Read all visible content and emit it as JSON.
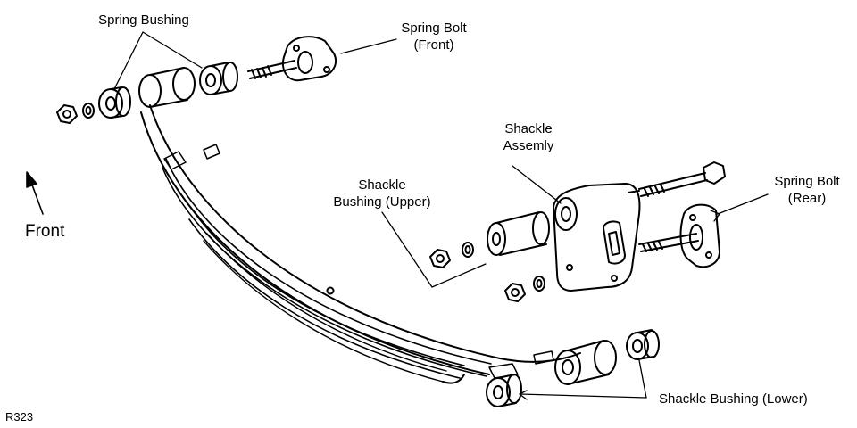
{
  "labels": {
    "spring_bushing": "Spring Bushing",
    "spring_bolt_front_line1": "Spring Bolt",
    "spring_bolt_front_line2": "(Front)",
    "shackle_assembly_line1": "Shackle",
    "shackle_assembly_line2": "Assemly",
    "shackle_bushing_upper_line1": "Shackle",
    "shackle_bushing_upper_line2": "Bushing (Upper)",
    "spring_bolt_rear_line1": "Spring Bolt",
    "spring_bolt_rear_line2": "(Rear)",
    "front": "Front",
    "shackle_bushing_lower": "Shackle Bushing (Lower)",
    "figure_code": "R323"
  },
  "colors": {
    "ink": "#000000",
    "paper": "#ffffff"
  }
}
